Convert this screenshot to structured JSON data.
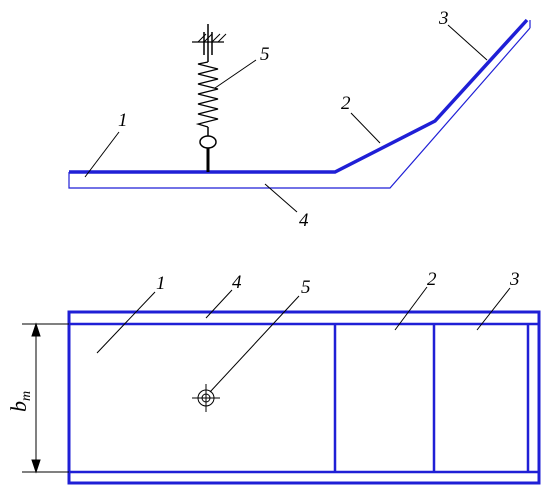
{
  "colors": {
    "part": "#1f1fd6",
    "line": "#000000",
    "background": "#ffffff"
  },
  "labels": {
    "side": {
      "part1": "1",
      "part2": "2",
      "part3": "3",
      "part4": "4",
      "part5": "5"
    },
    "top": {
      "part1": "1",
      "part2": "2",
      "part3": "3",
      "part4": "4",
      "part5": "5"
    }
  },
  "dimension": {
    "symbol": "b",
    "subscript": "m"
  }
}
